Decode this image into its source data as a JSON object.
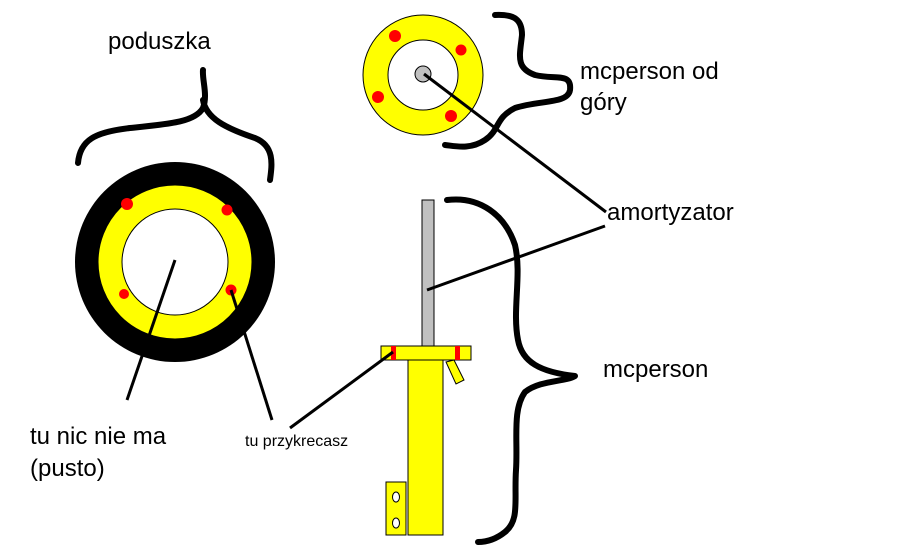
{
  "labels": {
    "poduszka": "poduszka",
    "top_view_line1": "mcperson od",
    "top_view_line2": "góry",
    "amortyzator": "amortyzator",
    "mcperson": "mcperson",
    "empty_line1": "tu nic nie ma",
    "empty_line2": "(pusto)",
    "screw_here": "tu przykrecasz"
  },
  "colors": {
    "yellow": "#ffff00",
    "red": "#ff0000",
    "gray": "#c0c0c0",
    "black": "#000000"
  }
}
